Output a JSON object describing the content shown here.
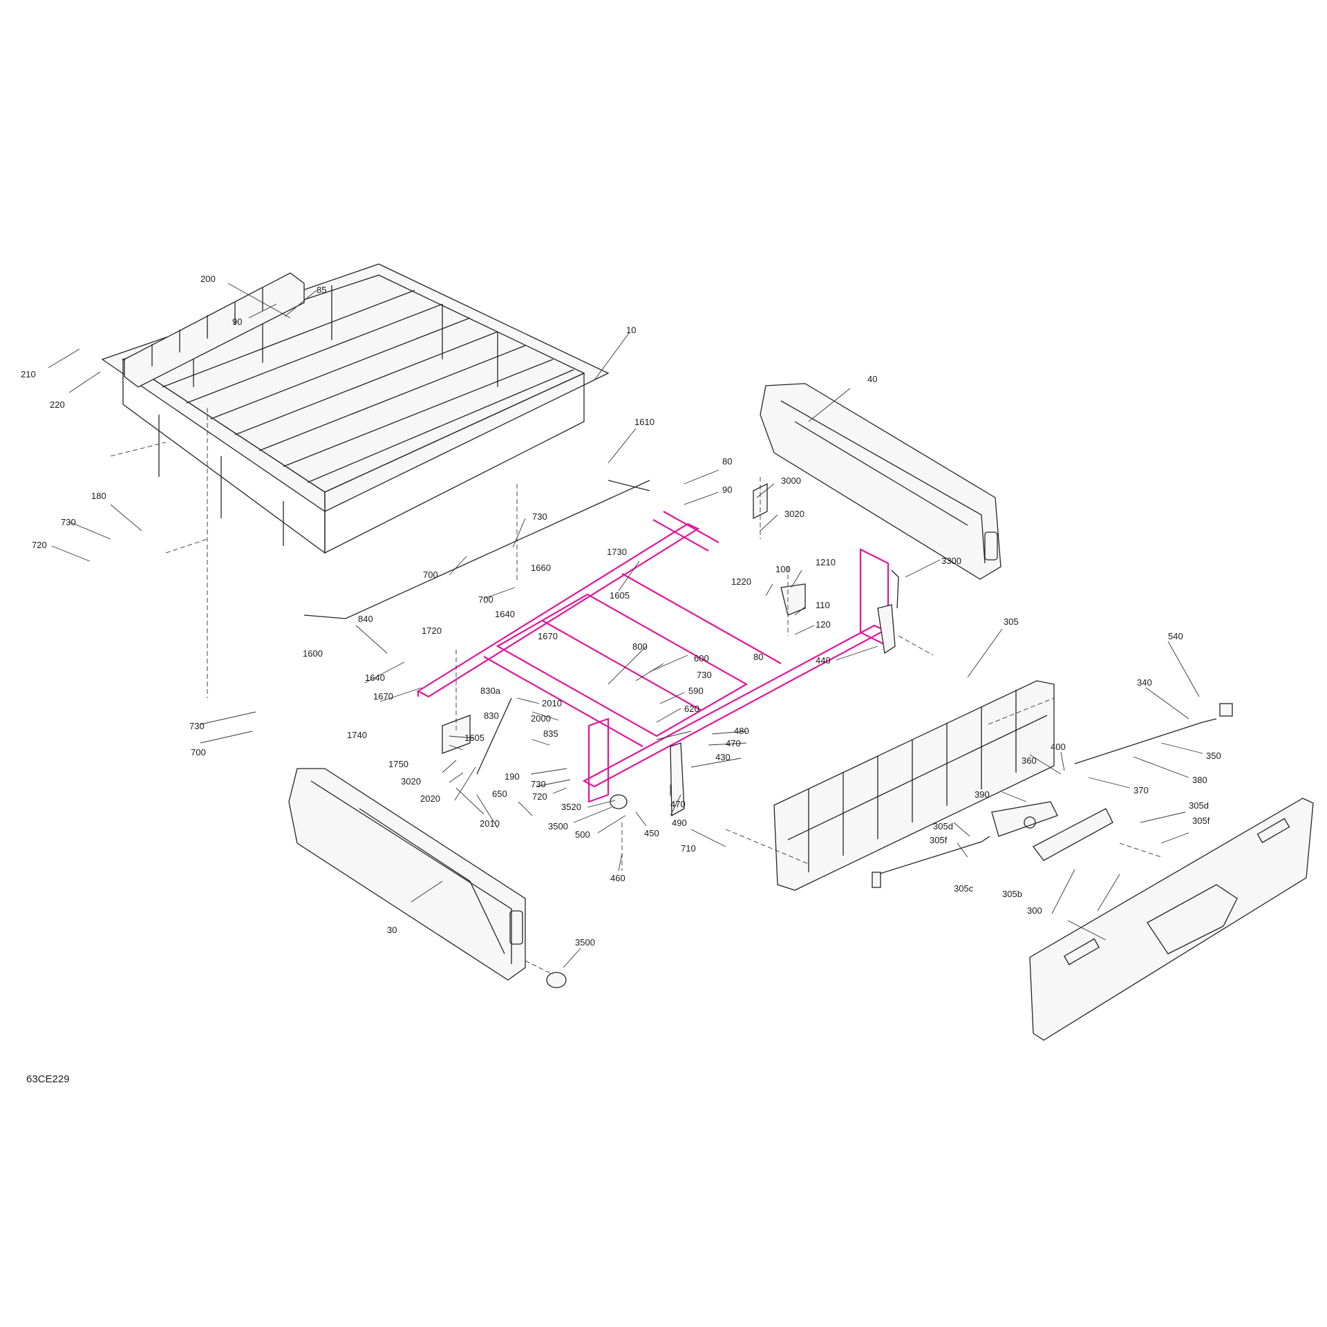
{
  "diagram": {
    "code": "63CE229",
    "highlight_color": "#e0159a",
    "line_color": "#222222",
    "callouts": {
      "c10": "10",
      "c30": "30",
      "c40": "40",
      "c80a": "80",
      "c80b": "80",
      "c85": "85",
      "c90a": "90",
      "c90b": "90",
      "c100": "100",
      "c110": "110",
      "c120": "120",
      "c180": "180",
      "c190": "190",
      "c200": "200",
      "c210": "210",
      "c220": "220",
      "c300": "300",
      "c305": "305",
      "c305b": "305b",
      "c305c": "305c",
      "c305d1": "305d",
      "c305d2": "305d",
      "c305f1": "305f",
      "c305f2": "305f",
      "c340": "340",
      "c350": "350",
      "c360": "360",
      "c370": "370",
      "c380": "380",
      "c390": "390",
      "c400": "400",
      "c430": "430",
      "c440": "440",
      "c450": "450",
      "c460": "460",
      "c470a": "470",
      "c470b": "470",
      "c480": "480",
      "c490": "490",
      "c500": "500",
      "c540": "540",
      "c590": "590",
      "c600": "600",
      "c620": "620",
      "c650": "650",
      "c700a": "700",
      "c700b": "700",
      "c700c": "700",
      "c710": "710",
      "c720a": "720",
      "c720b": "720",
      "c730a": "730",
      "c730b": "730",
      "c730c": "730",
      "c730d": "730",
      "c730e": "730",
      "c800": "800",
      "c830": "830",
      "c830a": "830a",
      "c835": "835",
      "c840": "840",
      "c1210": "1210",
      "c1220": "1220",
      "c1600": "1600",
      "c1605a": "1605",
      "c1605b": "1605",
      "c1610": "1610",
      "c1640a": "1640",
      "c1640b": "1640",
      "c1660": "1660",
      "c1670a": "1670",
      "c1670b": "1670",
      "c1720": "1720",
      "c1730": "1730",
      "c1740": "1740",
      "c1750": "1750",
      "c2000": "2000",
      "c2010a": "2010",
      "c2010b": "2010",
      "c2020": "2020",
      "c3000": "3000",
      "c3020a": "3020",
      "c3020b": "3020",
      "c3300": "3300",
      "c3500a": "3500",
      "c3500b": "3500",
      "c3520": "3520"
    }
  }
}
